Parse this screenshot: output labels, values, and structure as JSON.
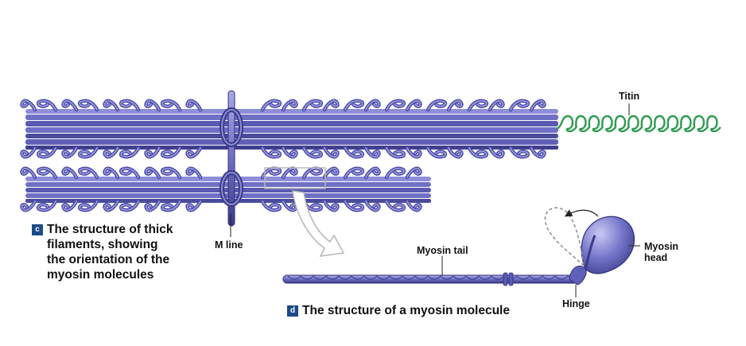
{
  "labels": {
    "titin": "Titin",
    "m_line": "M line",
    "myosin_tail": "Myosin tail",
    "myosin_head_line1": "Myosin",
    "myosin_head_line2": "head",
    "hinge": "Hinge"
  },
  "captions": {
    "c": {
      "letter": "c",
      "lines": [
        "The structure of thick",
        "filaments, showing",
        "the orientation of the",
        "myosin molecules"
      ]
    },
    "d": {
      "letter": "d",
      "text": "The structure of a myosin molecule"
    }
  },
  "colors": {
    "filament": "#6f6fc4",
    "filament_dark": "#3b3b86",
    "filament_light": "#a9a9e6",
    "titin": "#2e9b50",
    "badge": "#1b4a86"
  }
}
